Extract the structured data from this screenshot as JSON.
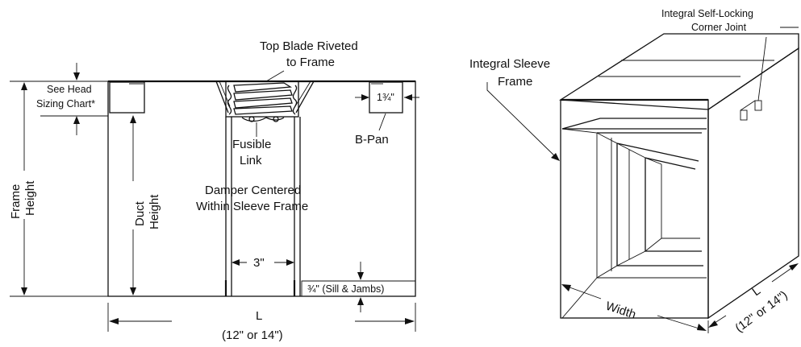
{
  "left_view": {
    "top_blade_label_line1": "Top Blade Riveted",
    "top_blade_label_line2": "to Frame",
    "head_label_line1": "See Head",
    "head_label_line2": "Sizing Chart*",
    "pan_dim": "1¾\"",
    "pan_label": "B-Pan",
    "fusible_line1": "Fusible",
    "fusible_line2": "Link",
    "damper_line1": "Damper Centered",
    "damper_line2": "Within Sleeve Frame",
    "frame_height_line1": "Frame",
    "frame_height_line2": "Height",
    "duct_height_line1": "Duct",
    "duct_height_line2": "Height",
    "gap_dim": "3\"",
    "sill_dim": "¾\" (Sill & Jambs)",
    "length_label": "L",
    "length_values": "(12\" or 14\")"
  },
  "right_view": {
    "sleeve_line1": "Integral Sleeve",
    "sleeve_line2": "Frame",
    "corner_line1": "Integral Self-Locking",
    "corner_line2": "Corner Joint",
    "width_label": "Width",
    "length_label": "L",
    "length_values": "(12\" or 14\")"
  }
}
